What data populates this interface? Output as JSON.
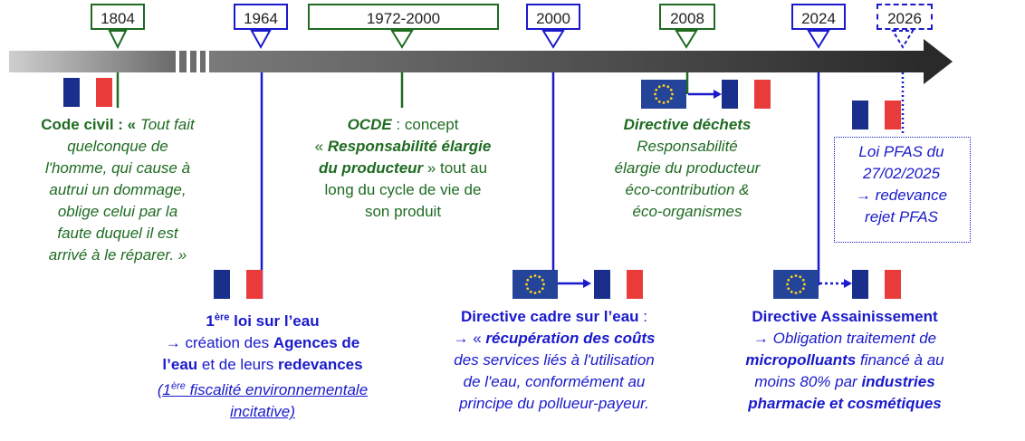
{
  "colors": {
    "green": "#1f6b22",
    "blue": "#1a1acc",
    "fr_blue": "#1a2f8c",
    "fr_red": "#ea3b3b",
    "eu_blue": "#24449a",
    "eu_star": "#ffd21a"
  },
  "years": {
    "y1804": "1804",
    "y1964": "1964",
    "y1972": "1972-2000",
    "y2000": "2000",
    "y2008": "2008",
    "y2024": "2024",
    "y2026": "2026"
  },
  "code_civil": {
    "title": "Code civil :",
    "quote_open": "«",
    "l1": "Tout fait",
    "l2": "quelconque de",
    "l3": "l'homme, qui cause à",
    "l4": "autrui un dommage,",
    "l5": "oblige celui par la",
    "l6": "faute duquel il est",
    "l7": "arrivé à le réparer. »"
  },
  "ocde": {
    "title": "OCDE",
    "l1_rest": " : concept",
    "l2_open": "« ",
    "l2_bold": "Responsabilité élargie",
    "l3_bold": "du producteur",
    "l3_rest": " » tout au",
    "l4": "long du cycle de vie de",
    "l5": "son produit"
  },
  "dechets": {
    "title": "Directive déchets",
    "l1": "Responsabilité",
    "l2": "élargie du producteur",
    "l3": "éco-contribution &",
    "l4": "éco-organismes"
  },
  "pfas": {
    "l1": "Loi PFAS du",
    "l2": "27/02/2025",
    "l3": "→ redevance",
    "l4": "rejet PFAS"
  },
  "eau1964": {
    "title_sup": "ère",
    "title_num": "1",
    "title_rest": " loi sur l’eau",
    "l2_pre": "→ création des ",
    "l2_bold": "Agences de",
    "l3_bold1": "l’eau",
    "l3_mid": " et de leurs ",
    "l3_bold2": "redevances",
    "l4_pre": "(1",
    "l4_sup": "ère",
    "l4_rest": " fiscalité environnementale",
    "l5": "incitative)"
  },
  "dce2000": {
    "title": "Directive cadre sur l’eau",
    "title_tail": " :",
    "l2_pre": "→ « ",
    "l2_bold": "récupération des coûts",
    "l3": "des services liés à l'utilisation",
    "l4": "de l'eau,  conformément au",
    "l5": "principe du pollueur-payeur."
  },
  "assain2024": {
    "title": "Directive Assainissement",
    "l2": "→ Obligation traitement de",
    "l3_bold": "micropolluants",
    "l3_rest": " financé à au",
    "l4_pre": "moins 80% par ",
    "l4_bold": "industries",
    "l5_bold": "pharmacie et cosmétiques"
  }
}
